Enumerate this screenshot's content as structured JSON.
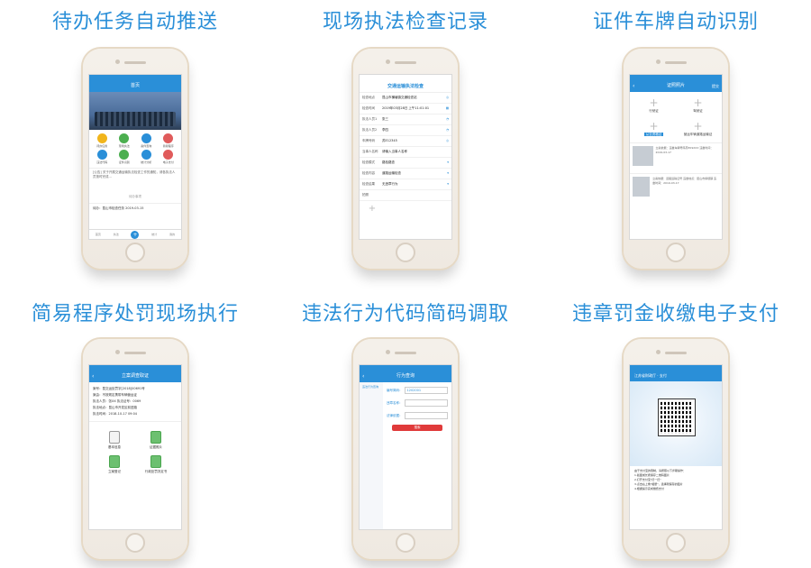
{
  "captions": [
    "待办任务自动推送",
    "现场执法检查记录",
    "证件车牌自动识别",
    "简易程序处罚现场执行",
    "违法行为代码简码调取",
    "违章罚金收缴电子支付"
  ],
  "screen1": {
    "nav_title": "首页",
    "grid": [
      {
        "label": "待办任务",
        "color": "#f1b51c"
      },
      {
        "label": "现场执法",
        "color": "#4caf50"
      },
      {
        "label": "案件查询",
        "color": "#2a8fd8"
      },
      {
        "label": "简易程序",
        "color": "#e05b5b"
      },
      {
        "label": "违法代码",
        "color": "#2a8fd8"
      },
      {
        "label": "证件识别",
        "color": "#4caf50"
      },
      {
        "label": "统计分析",
        "color": "#2a8fd8"
      },
      {
        "label": "电子支付",
        "color": "#e05b5b"
      }
    ],
    "notice": "[公告] 关于开展交通运输执法检查工作的通知，请各执法人员按时完成…",
    "divider": "待办事项",
    "task": "待办：昆山市检查任务 2019-03-15",
    "tabs": [
      "首页",
      "执法",
      "+",
      "统计",
      "我的"
    ]
  },
  "screen2": {
    "title": "交通运输执法检查",
    "rows": [
      {
        "label": "检查地点",
        "value": "昆山市横塘镇交通检查站",
        "icon": "◎"
      },
      {
        "label": "检查时间",
        "value": "2019年03月28日 上午11:01:01",
        "icon": "▦"
      },
      {
        "label": "执法人员1",
        "value": "张三",
        "icon": "◔"
      },
      {
        "label": "执法人员2",
        "value": "李四",
        "icon": "◔"
      },
      {
        "label": "车牌号码",
        "value": "苏E12345",
        "icon": "◎"
      },
      {
        "label": "当事人名称",
        "value": "请输入当事人名称",
        "icon": ""
      },
      {
        "label": "检查模式",
        "value": "路检路查",
        "icon": "▾"
      },
      {
        "label": "检查内容",
        "value": "道路运输检查",
        "icon": "▾"
      },
      {
        "label": "检查结果",
        "value": "无违章行为",
        "icon": "▾"
      },
      {
        "label": "拍照",
        "value": "",
        "icon": ""
      }
    ]
  },
  "screen3": {
    "nav_title": "证照照片",
    "nav_right": "提交",
    "uploads": [
      {
        "label": "行驶证",
        "highlight": false
      },
      {
        "label": "驾驶证",
        "highlight": false
      },
      {
        "label": "从业资格证",
        "highlight": true
      },
      {
        "label": "营运车辆道路运输证",
        "highlight": false
      }
    ],
    "records": [
      "立案依据：违章车辆号码苏E09XXX 违章时间：2019-03-17",
      "立案依据：道路运输证号 违章地点：昆山市横塘镇 违章时间：2019-03-17"
    ]
  },
  "screen4": {
    "nav_title": "立案调查取证",
    "info": [
      "案号：昆交运处罚字[2018]00691号",
      "案由：不按规定携带车辆营运证",
      "执法人员：张XX 执法证号：0069",
      "执法地点：昆山市开发区前进路",
      "执法时间：2018-10-17 09:04"
    ],
    "actions": [
      "基本信息",
      "证据照片",
      "立案登记",
      "行政处罚决定书"
    ]
  },
  "screen5": {
    "nav_title": "行为查询",
    "side": "违法行为查询",
    "fields": [
      {
        "label": "编号简码：",
        "value": "1202001"
      },
      {
        "label": "违章名称：",
        "value": ""
      },
      {
        "label": "法律依据：",
        "value": ""
      }
    ],
    "button": "搜索"
  },
  "screen6": {
    "header": "江苏省财政厅 · 支付",
    "instructions": [
      "由于支付宝的限制，请按照以下步骤操作：",
      "1.截图或长按保存二维码图片",
      "2.打开支付宝\"扫一扫\"",
      "3.点击右上角\"相册\"，选择刚保存的图片",
      "4.根据提示完成缴费支付"
    ]
  }
}
